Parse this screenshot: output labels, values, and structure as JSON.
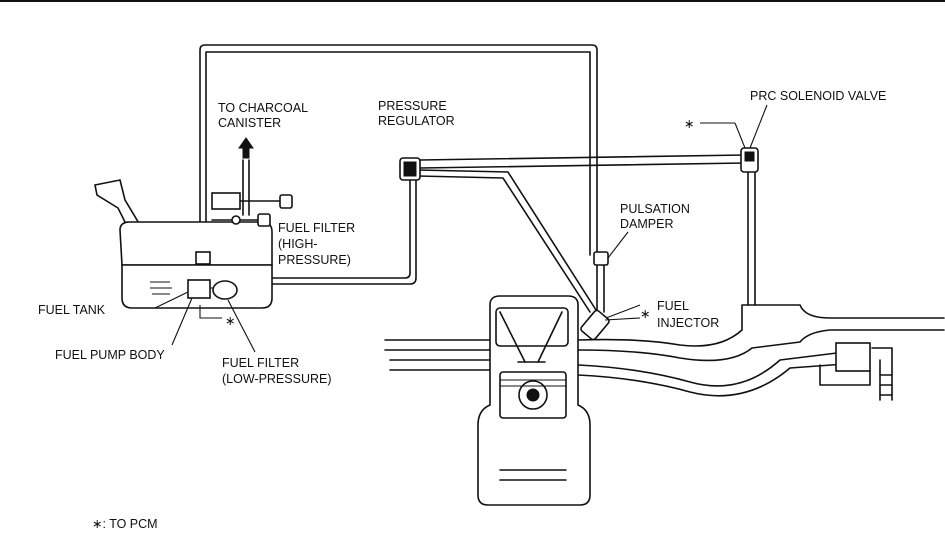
{
  "labels": {
    "to_charcoal_line1": "TO CHARCOAL",
    "to_charcoal_line2": "CANISTER",
    "pressure_reg_line1": "PRESSURE",
    "pressure_reg_line2": "REGULATOR",
    "prc_solenoid": "PRC SOLENOID VALVE",
    "pulsation_line1": "PULSATION",
    "pulsation_line2": "DAMPER",
    "fuel_filter_high_line1": "FUEL FILTER",
    "fuel_filter_high_line2": "(HIGH-",
    "fuel_filter_high_line3": "PRESSURE)",
    "fuel_tank": "FUEL TANK",
    "fuel_pump_body": "FUEL PUMP BODY",
    "fuel_filter_low_line1": "FUEL FILTER",
    "fuel_filter_low_line2": "(LOW-PRESSURE)",
    "fuel_injector_line1": "FUEL",
    "fuel_injector_line2": "INJECTOR",
    "asterisk": "∗",
    "footnote": "∗: TO PCM"
  },
  "colors": {
    "ink": "#111111",
    "background": "#ffffff"
  }
}
